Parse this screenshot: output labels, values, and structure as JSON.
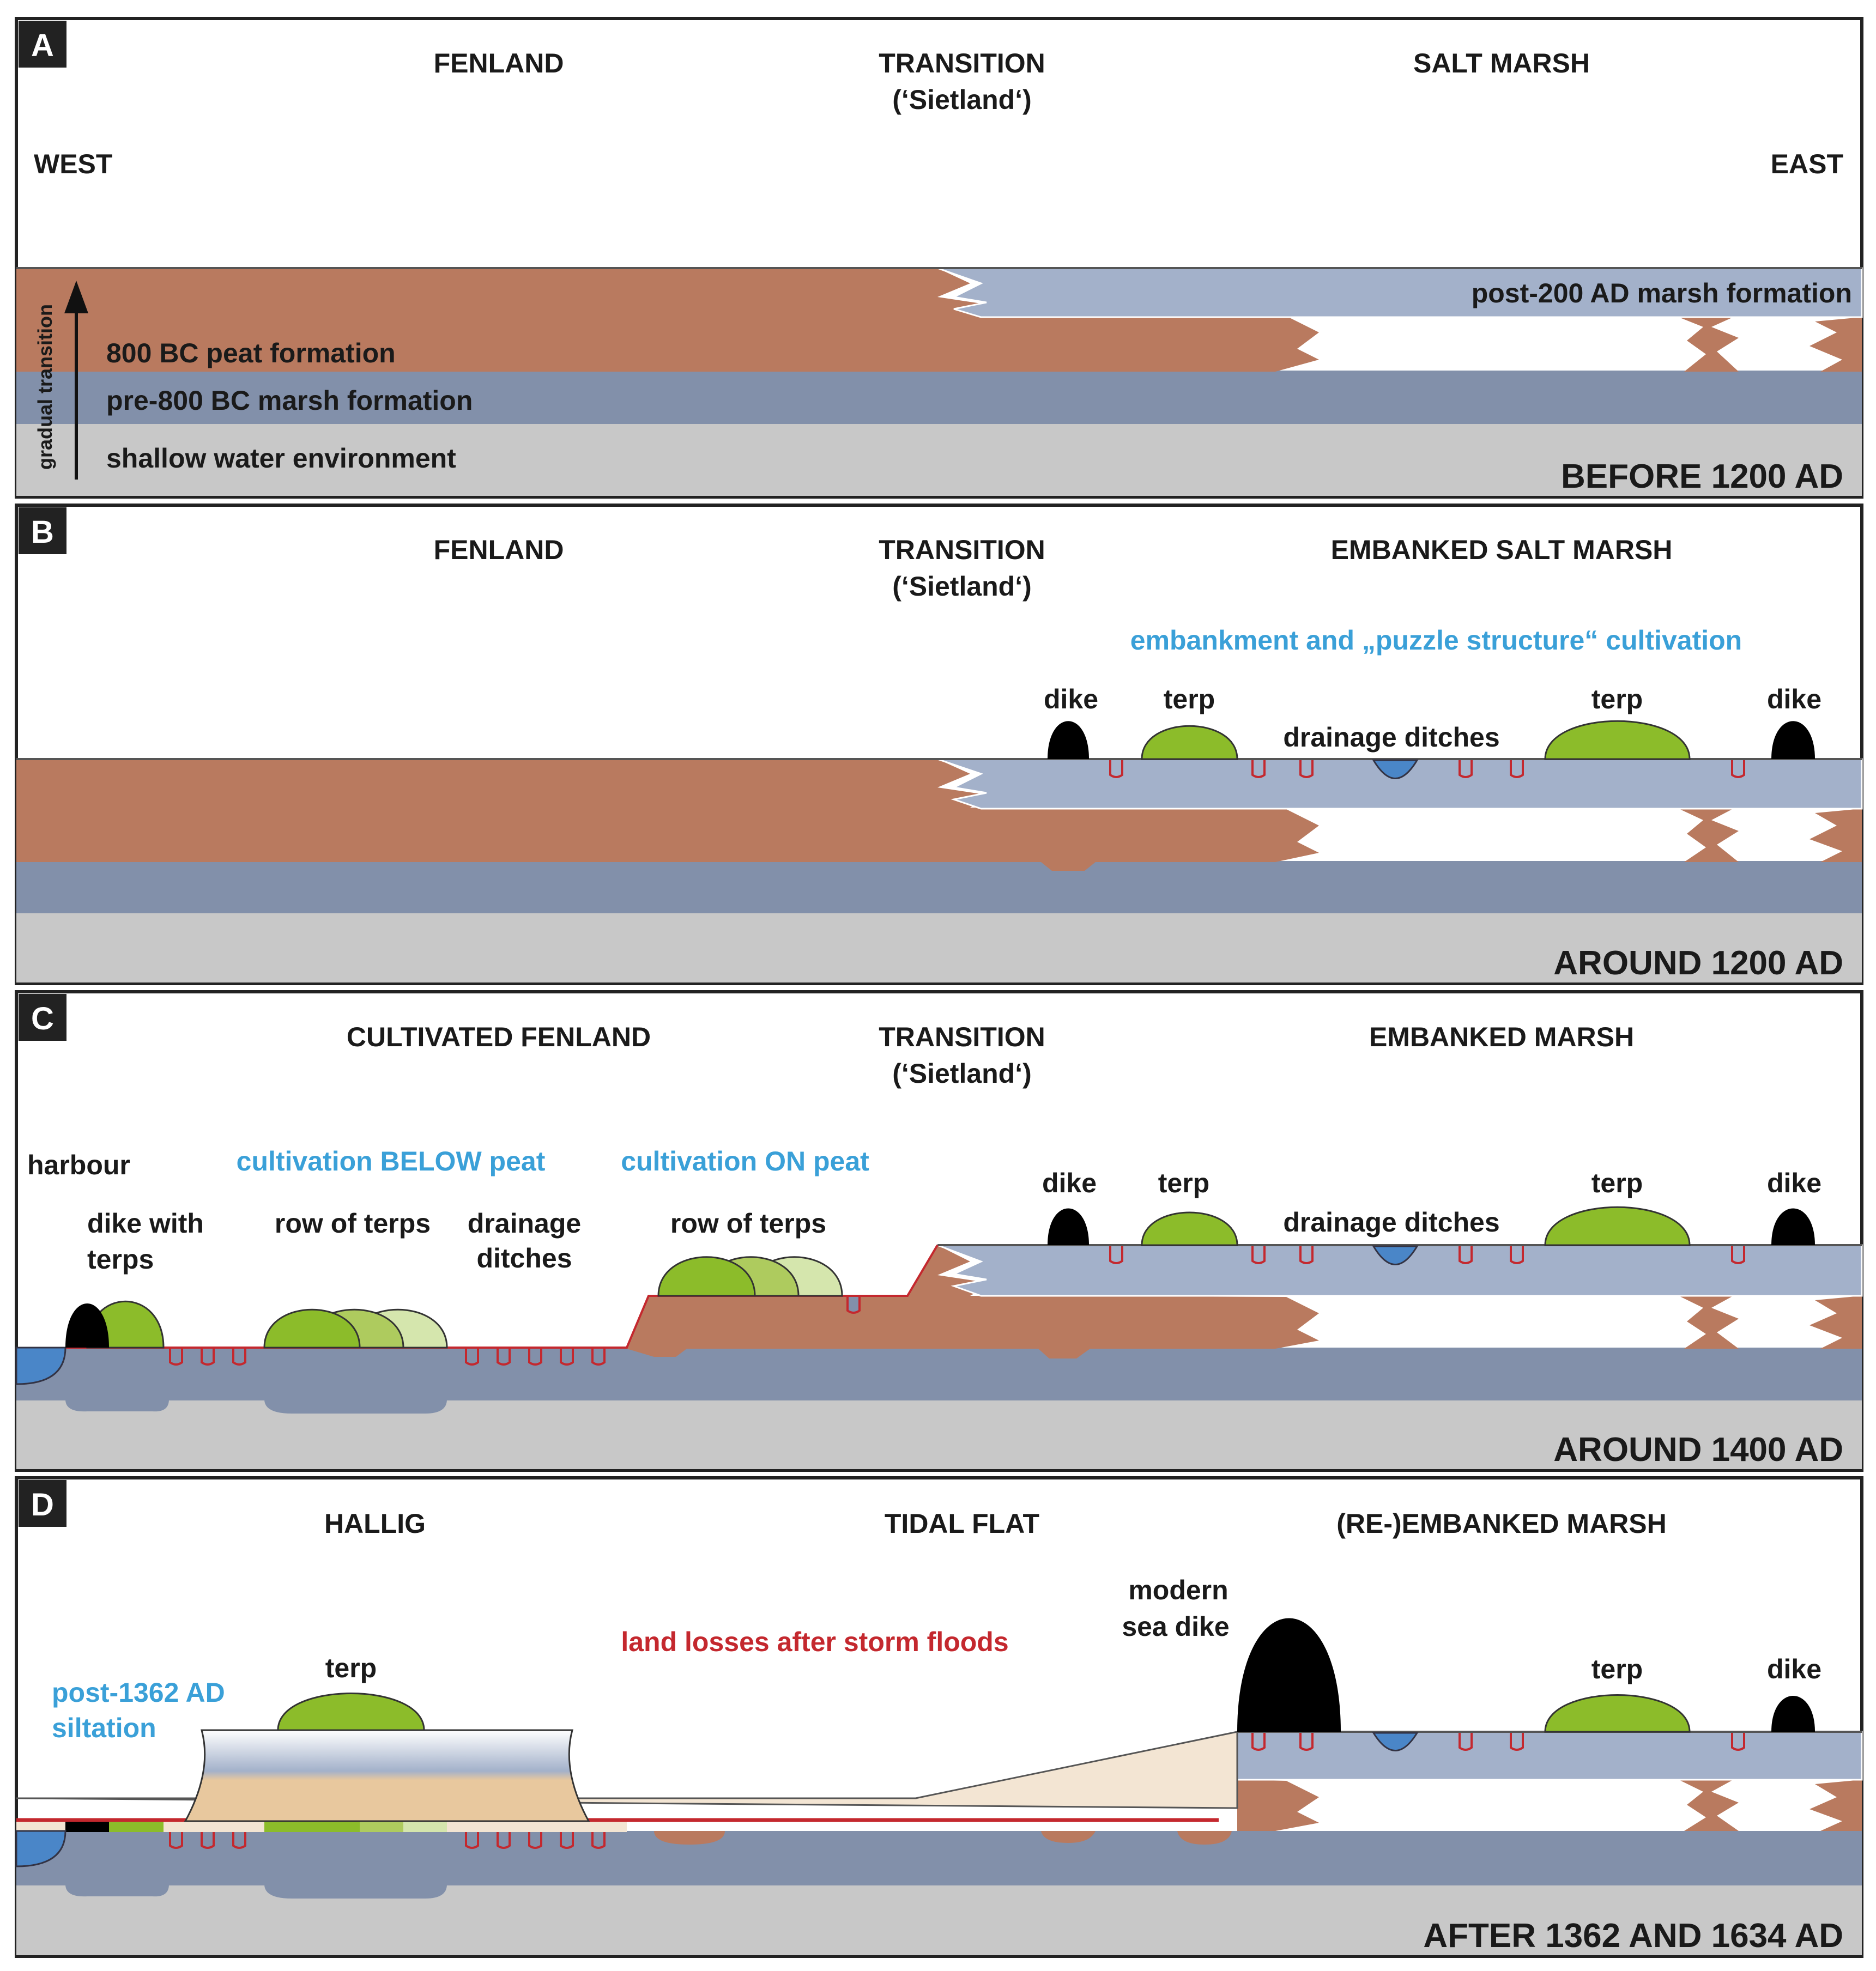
{
  "colors": {
    "peat": "#b97a5f",
    "marsh_dark": "#8290aa",
    "marsh_light": "#a3b1ca",
    "shallow": "#c8c8c8",
    "terp_green": "#8cbc2a",
    "terp_mid": "#aecb5e",
    "terp_light": "#d5e6ad",
    "dike_black": "#000000",
    "ditch_blue": "#4a86c8",
    "ditch_red": "#c4282e",
    "sand": "#f3e5d3",
    "annotation_blue": "#3aa0d8",
    "annotation_red": "#c4282e",
    "text": "#1a1a1a"
  },
  "panels": [
    {
      "letter": "A",
      "west": "WEST",
      "east": "EAST",
      "zone_left": "FENLAND",
      "zone_mid": "TRANSITION",
      "zone_mid_sub": "(‘Sietland‘)",
      "zone_right": "SALT MARSH",
      "layer_post200": "post-200 AD marsh formation",
      "layer_peat": "800 BC peat formation",
      "layer_pre800": "pre-800 BC marsh formation",
      "layer_shallow": "shallow water environment",
      "arrow_label": "gradual transition",
      "period": "BEFORE 1200 AD"
    },
    {
      "letter": "B",
      "zone_left": "FENLAND",
      "zone_mid": "TRANSITION",
      "zone_mid_sub": "(‘Sietland‘)",
      "zone_right": "EMBANKED SALT MARSH",
      "annotation": "embankment and „puzzle structure“ cultivation",
      "dike_left": "dike",
      "terp_left": "terp",
      "ditches": "drainage ditches",
      "terp_right": "terp",
      "dike_right": "dike",
      "period": "AROUND 1200 AD"
    },
    {
      "letter": "C",
      "zone_left": "CULTIVATED FENLAND",
      "zone_mid": "TRANSITION",
      "zone_mid_sub": "(‘Sietland‘)",
      "zone_right": "EMBANKED MARSH",
      "harbour": "harbour",
      "cult_below": "cultivation BELOW peat",
      "cult_on": "cultivation ON peat",
      "dike_with_1": "dike with",
      "dike_with_2": "terps",
      "row_terps_1": "row of terps",
      "ditches_1": "drainage",
      "ditches_2": "ditches",
      "row_terps_2": "row of terps",
      "dike_left": "dike",
      "terp_left": "terp",
      "ditches_right": "drainage ditches",
      "terp_right": "terp",
      "dike_right": "dike",
      "period": "AROUND 1400 AD"
    },
    {
      "letter": "D",
      "zone_left": "HALLIG",
      "zone_mid": "TIDAL FLAT",
      "zone_right": "(RE-)EMBANKED MARSH",
      "siltation_1": "post-1362 AD",
      "siltation_2": "siltation",
      "terp_hallig": "terp",
      "land_losses": "land losses after storm floods",
      "sea_dike_1": "modern",
      "sea_dike_2": "sea dike",
      "terp_right": "terp",
      "dike_right": "dike",
      "period": "AFTER 1362 AND 1634 AD"
    }
  ]
}
